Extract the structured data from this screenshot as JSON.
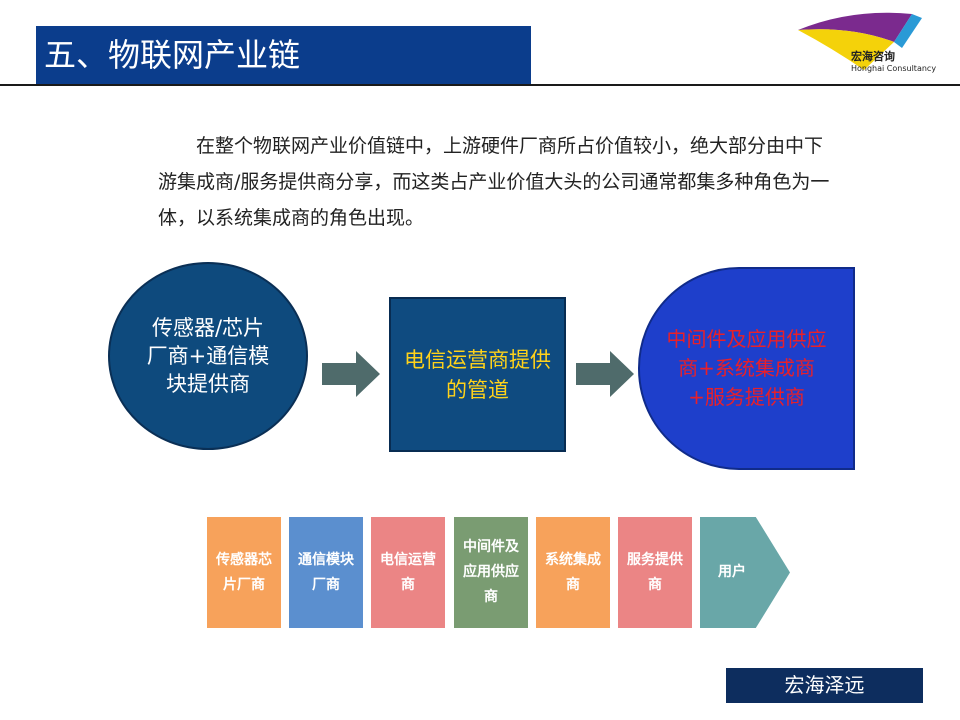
{
  "header": {
    "title": "五、物联网产业链",
    "logo_name": "宏海咨询",
    "logo_subtitle": "Honghai Consultancy"
  },
  "intro_paragraph": "在整个物联网产业价值链中，上游硬件厂商所占价值较小，绝大部分由中下游集成商/服务提供商分享，而这类占产业价值大头的公司通常都集多种角色为一体，以系统集成商的角色出现。",
  "flow": {
    "upstream": "传感器/芯片厂商+通信模块提供商",
    "midstream": "电信运营商提供的管道",
    "downstream": "中间件及应用供应商+系统集成商+服务提供商"
  },
  "chain_steps": [
    {
      "label": "传感器芯片厂商",
      "color": "#f7a25b"
    },
    {
      "label": "通信模块厂商",
      "color": "#5b8fcf"
    },
    {
      "label": "电信运营商",
      "color": "#eb8585"
    },
    {
      "label": "中间件及应用供应商",
      "color": "#7a9c72"
    },
    {
      "label": "系统集成商",
      "color": "#f7a25b"
    },
    {
      "label": "服务提供商",
      "color": "#eb8585"
    },
    {
      "label": "用户",
      "color": "#69a7a8"
    }
  ],
  "colors": {
    "title_bar": "#0b3d8c",
    "circle": "#0e4a7d",
    "pipe_box": "#0f4b80",
    "right_shape": "#1e3fcb",
    "pipe_text": "#ffd21a",
    "right_text": "#e8202a",
    "arrow": "#4f6b6b",
    "footer": "#0d2d5e"
  },
  "footer": {
    "label": "宏海泽远"
  }
}
